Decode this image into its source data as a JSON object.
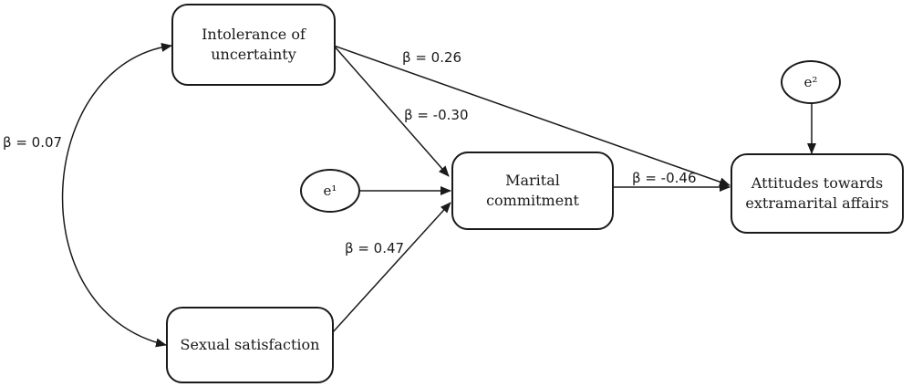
{
  "nodes": {
    "intolerance": "Intolerance of\nuncertainty",
    "sexual": "Sexual satisfaction",
    "marital": "Marital\ncommitment",
    "attitudes": "Attitudes towards\nextramarital affairs",
    "e1": "e¹",
    "e2": "e²"
  },
  "paths": {
    "covariance": "β = 0.07",
    "intolerance_attitudes": "β = 0.26",
    "intolerance_marital": "β = -0.30",
    "sexual_marital": "β = 0.47",
    "marital_attitudes": "β = -0.46"
  }
}
